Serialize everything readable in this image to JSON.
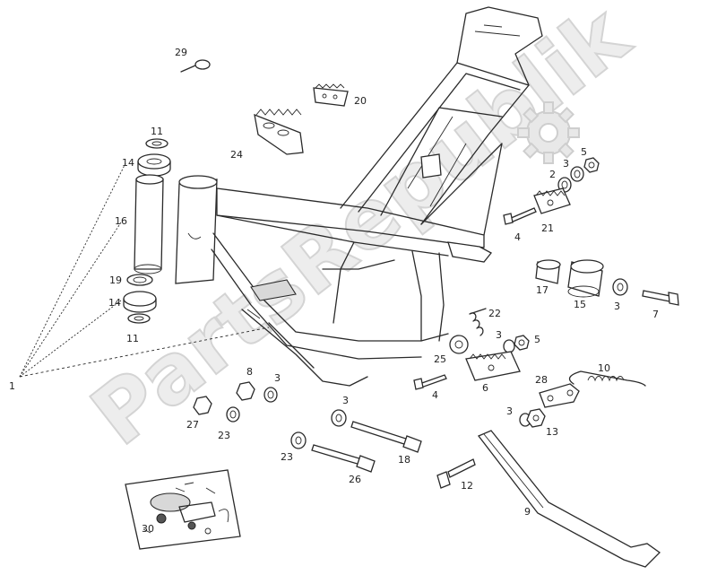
{
  "watermark": {
    "text": "PartsRepublik",
    "icon": "gear-icon"
  },
  "callouts": {
    "c1": "1",
    "c2": "2",
    "c3a": "3",
    "c3b": "3",
    "c3c": "3",
    "c3d": "3",
    "c3e": "3",
    "c3f": "3",
    "c4a": "4",
    "c4b": "4",
    "c5a": "5",
    "c5b": "5",
    "c6": "6",
    "c7": "7",
    "c8": "8",
    "c9": "9",
    "c10": "10",
    "c11a": "11",
    "c11b": "11",
    "c12": "12",
    "c13": "13",
    "c14a": "14",
    "c14b": "14",
    "c15": "15",
    "c16": "16",
    "c17": "17",
    "c18": "18",
    "c19": "19",
    "c20": "20",
    "c21": "21",
    "c22": "22",
    "c23a": "23",
    "c23b": "23",
    "c24": "24",
    "c25": "25",
    "c26": "26",
    "c27": "27",
    "c28": "28",
    "c29": "29",
    "c30": "30"
  }
}
